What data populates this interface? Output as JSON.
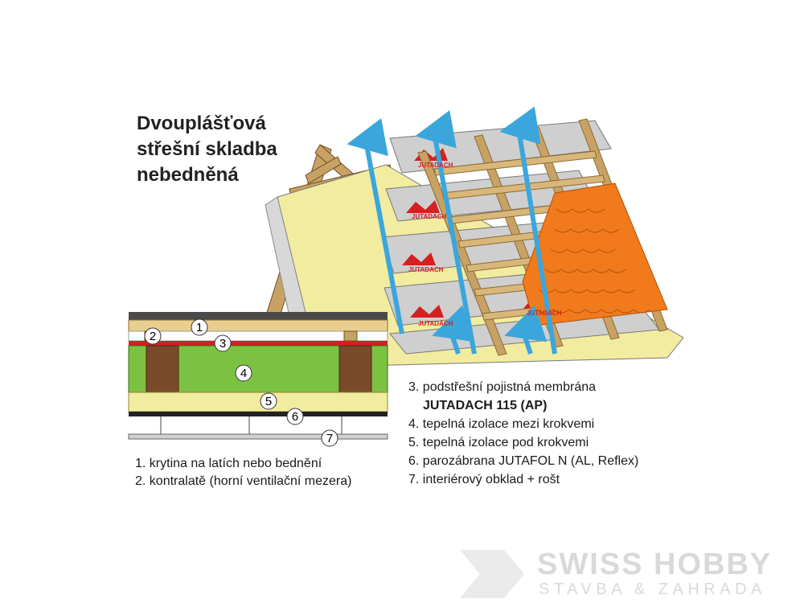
{
  "title": {
    "line1": "Dvouplášťová",
    "line2": "střešní skladba",
    "line3": "nebedněná"
  },
  "membrane_brand": "JUTADACH",
  "layer_numbers": [
    "1",
    "2",
    "3",
    "4",
    "5",
    "6",
    "7"
  ],
  "legend": {
    "item1": "1. krytina na latích nebo bednění",
    "item2": "2. kontralatě (horní ventilační mezera)",
    "item3": "3. podstřešní pojistná membrána",
    "item3_product": "JUTADACH 115 (AP)",
    "item4": "4. tepelná izolace mezi krokvemi",
    "item5": "5. tepelná izolace pod krokvemi",
    "item6": "6. parozábrana JUTAFOL N (AL, Reflex)",
    "item7": "7. interiérový obklad + rošt"
  },
  "watermark": {
    "brand": "SWISS HOBBY",
    "subtitle": "STAVBA & ZAHRADA"
  },
  "colors": {
    "timber": "#c8a264",
    "insulation": "#f2eca0",
    "green_insulation": "#7cc242",
    "membrane": "#c9c9c9",
    "tiles": "#f07a1c",
    "airflow": "#3aa6dc",
    "red_stripe": "#d42020"
  }
}
